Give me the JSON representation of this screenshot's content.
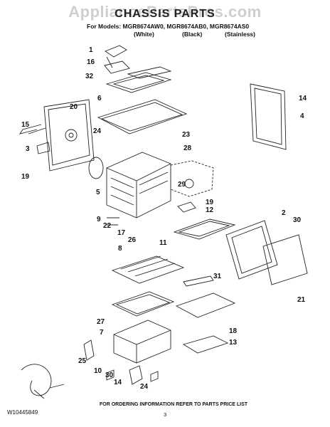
{
  "watermark": "AppliancePartsPros.com",
  "title": "CHASSIS PARTS",
  "models_line": "For Models: MGR8674AW0, MGR8674AB0, MGR8674AS0",
  "colors": [
    "(White)",
    "(Black)",
    "(Stainless)"
  ],
  "footer": {
    "doc_number": "W10445849",
    "ordering_note": "FOR ORDERING INFORMATION REFER TO PARTS PRICE LIST",
    "page_number": "3"
  },
  "callouts": [
    "1",
    "16",
    "32",
    "6",
    "20",
    "15",
    "24",
    "3",
    "19",
    "23",
    "14",
    "4",
    "28",
    "5",
    "29",
    "19",
    "12",
    "9",
    "22",
    "17",
    "26",
    "11",
    "2",
    "30",
    "8",
    "31",
    "21",
    "27",
    "7",
    "18",
    "25",
    "13",
    "10",
    "30",
    "14",
    "24"
  ]
}
